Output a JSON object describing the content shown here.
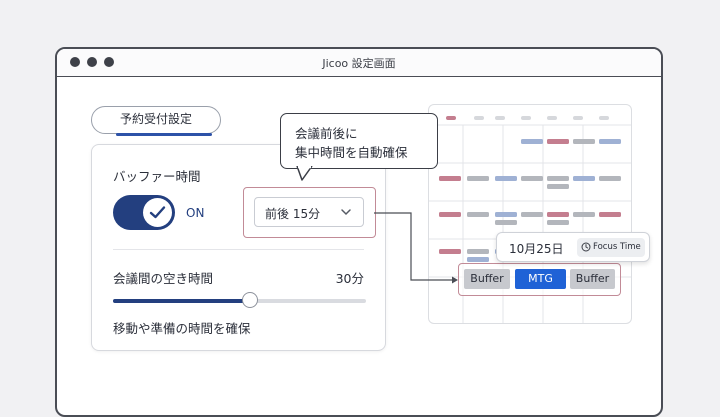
{
  "window": {
    "title": "Jicoo 設定画面"
  },
  "tab": {
    "label": "予約受付設定"
  },
  "buffer": {
    "label": "バッファー時間",
    "toggle_state": "ON",
    "select_value": "前後 15分"
  },
  "gap": {
    "label": "会議間の空き時間",
    "value": "30分",
    "slider_level": 0.54,
    "note": "移動や準備の時間を確保"
  },
  "callout": {
    "line1": "会議前後に",
    "line2": "集中時間を自動確保"
  },
  "calendar": {
    "date_label": "10月25日",
    "focus_chip": "Focus Time",
    "slots": [
      "Buffer",
      "MTG",
      "Buffer"
    ]
  },
  "colors": {
    "accent": "#233f7f",
    "meeting": "#1f62d6",
    "highlight_frame": "#c28b97",
    "event_rose": "#c47e8f",
    "event_blue": "#9fb1d4",
    "event_gray": "#b3b6bc"
  }
}
